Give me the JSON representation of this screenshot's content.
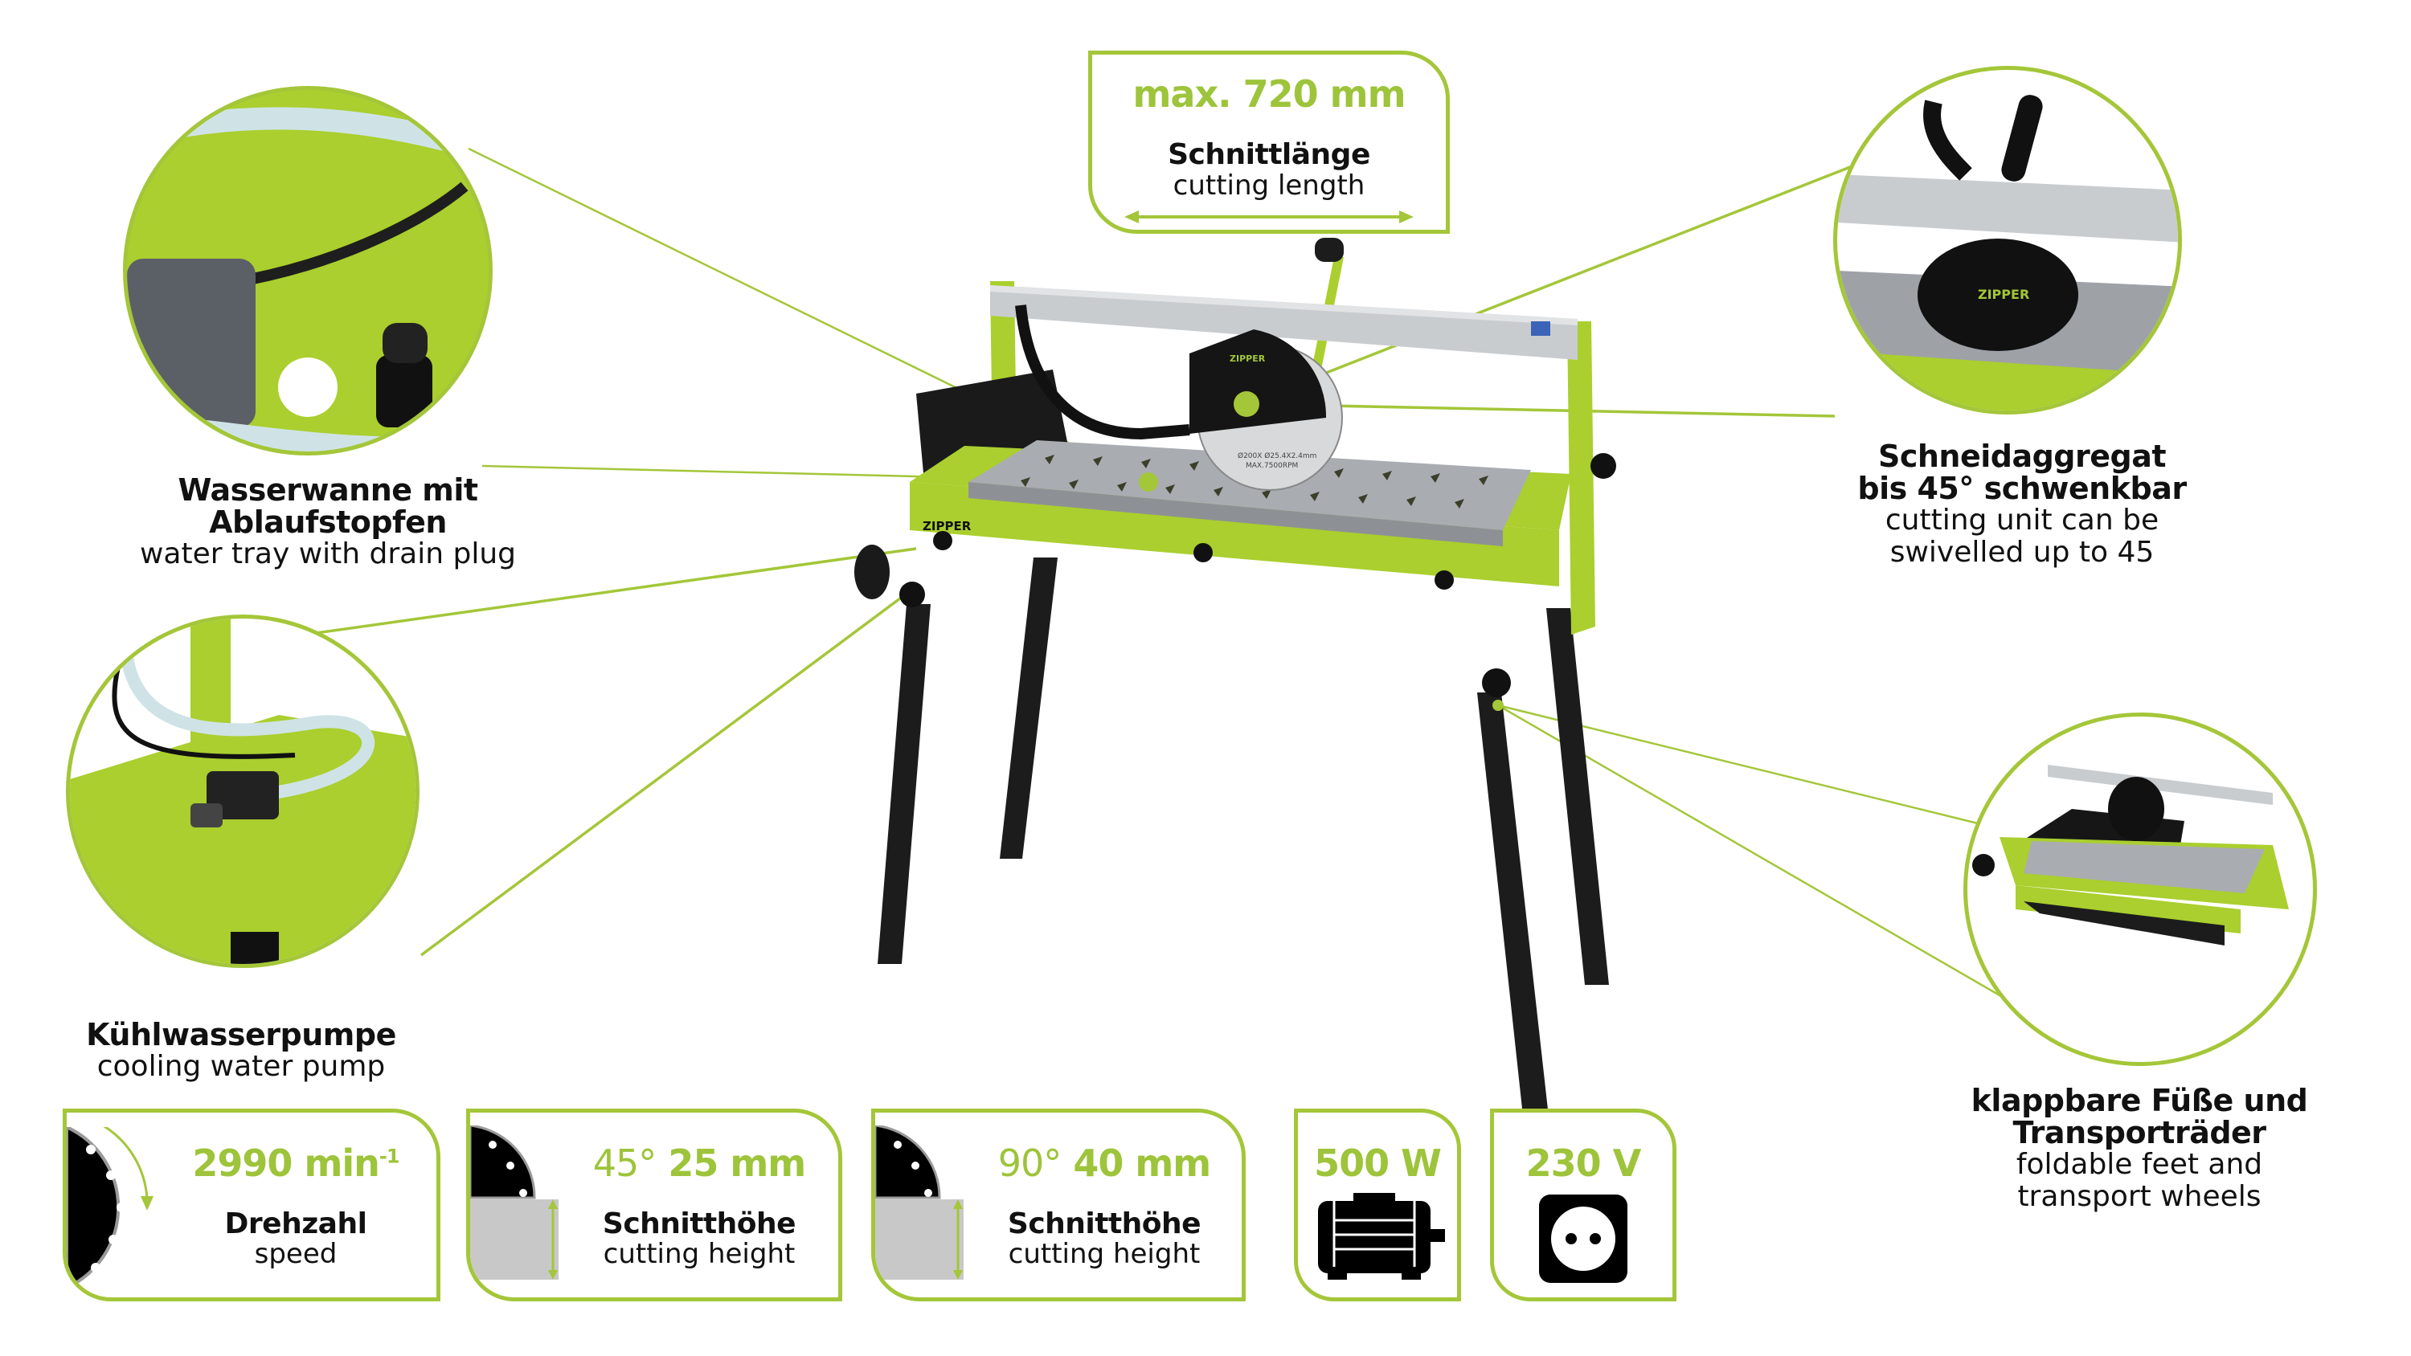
{
  "colors": {
    "accent_green": "#a4c639",
    "text_green": "#9dc43a",
    "frame_green": "#aacf2e",
    "text_dark": "#111111",
    "rail_silver": "#c9cccf",
    "tray_gray": "#9a9ea3",
    "leg_black": "#1c1c1c"
  },
  "product": {
    "brand": "ZIPPER",
    "blade_label_line1": "Ø200X Ø25.4X2.4mm",
    "blade_label_line2": "MAX.7500RPM"
  },
  "callouts": {
    "cutting_length": {
      "value": "max. 720 mm",
      "label_de": "Schnittlänge",
      "label_en": "cutting length"
    },
    "water_tray": {
      "label_de_line1": "Wasserwanne mit",
      "label_de_line2": "Ablaufstopfen",
      "label_en": "water tray with drain plug"
    },
    "cutting_unit": {
      "label_de_line1": "Schneidaggregat",
      "label_de_line2": "bis 45° schwenkbar",
      "label_en_line1": "cutting unit can be",
      "label_en_line2": "swivelled up to 45"
    },
    "pump": {
      "label_de": "Kühlwasserpumpe",
      "label_en": "cooling water pump"
    },
    "feet": {
      "label_de_line1": "klappbare Füße und",
      "label_de_line2": "Transporträder",
      "label_en_line1": "foldable feet and",
      "label_en_line2": "transport wheels"
    }
  },
  "specs": [
    {
      "icon": "saw-blade-rotation-icon",
      "value": "2990 min",
      "value_sup": "-1",
      "label_de": "Drehzahl",
      "label_en": "speed"
    },
    {
      "icon": "cutting-height-45-icon",
      "angle": "45°",
      "value": "25 mm",
      "label_de": "Schnitthöhe",
      "label_en": "cutting height"
    },
    {
      "icon": "cutting-height-90-icon",
      "angle": "90°",
      "value": "40 mm",
      "label_de": "Schnitthöhe",
      "label_en": "cutting height"
    },
    {
      "icon": "motor-icon",
      "value": "500 W"
    },
    {
      "icon": "power-socket-icon",
      "value": "230 V"
    }
  ]
}
